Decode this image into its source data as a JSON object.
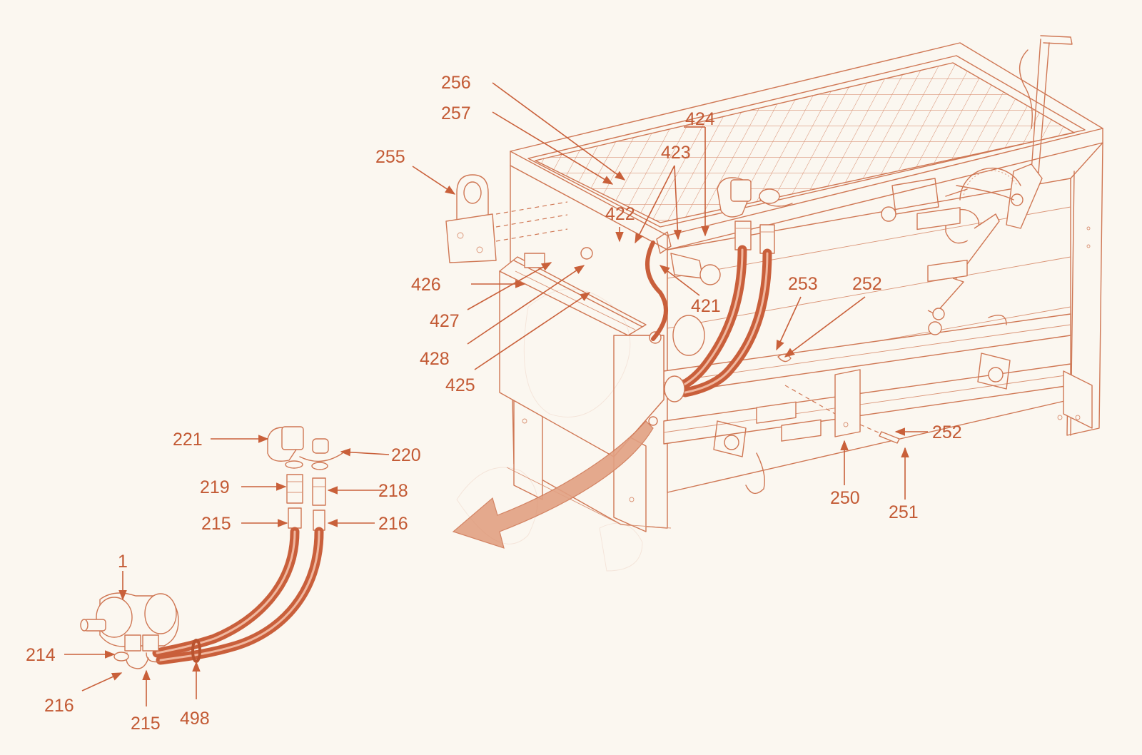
{
  "diagram": {
    "colors": {
      "label": "#c35a34",
      "outline": "#cf7754",
      "hose": "#c95f3b",
      "background": "#fbf7f0"
    },
    "callouts": [
      {
        "id": "c256",
        "text": "256"
      },
      {
        "id": "c257",
        "text": "257"
      },
      {
        "id": "c424",
        "text": "424"
      },
      {
        "id": "c423",
        "text": "423"
      },
      {
        "id": "c255",
        "text": "255"
      },
      {
        "id": "c422",
        "text": "422"
      },
      {
        "id": "c426",
        "text": "426"
      },
      {
        "id": "c421",
        "text": "421"
      },
      {
        "id": "c427",
        "text": "427"
      },
      {
        "id": "c428",
        "text": "428"
      },
      {
        "id": "c425",
        "text": "425"
      },
      {
        "id": "c253",
        "text": "253"
      },
      {
        "id": "c252a",
        "text": "252"
      },
      {
        "id": "c252b",
        "text": "252"
      },
      {
        "id": "c250",
        "text": "250"
      },
      {
        "id": "c251",
        "text": "251"
      },
      {
        "id": "c221",
        "text": "221"
      },
      {
        "id": "c220",
        "text": "220"
      },
      {
        "id": "c219",
        "text": "219"
      },
      {
        "id": "c218",
        "text": "218"
      },
      {
        "id": "c215a",
        "text": "215"
      },
      {
        "id": "c216a",
        "text": "216"
      },
      {
        "id": "c1",
        "text": "1"
      },
      {
        "id": "c214",
        "text": "214"
      },
      {
        "id": "c216b",
        "text": "216"
      },
      {
        "id": "c215b",
        "text": "215"
      },
      {
        "id": "c498",
        "text": "498"
      }
    ]
  }
}
